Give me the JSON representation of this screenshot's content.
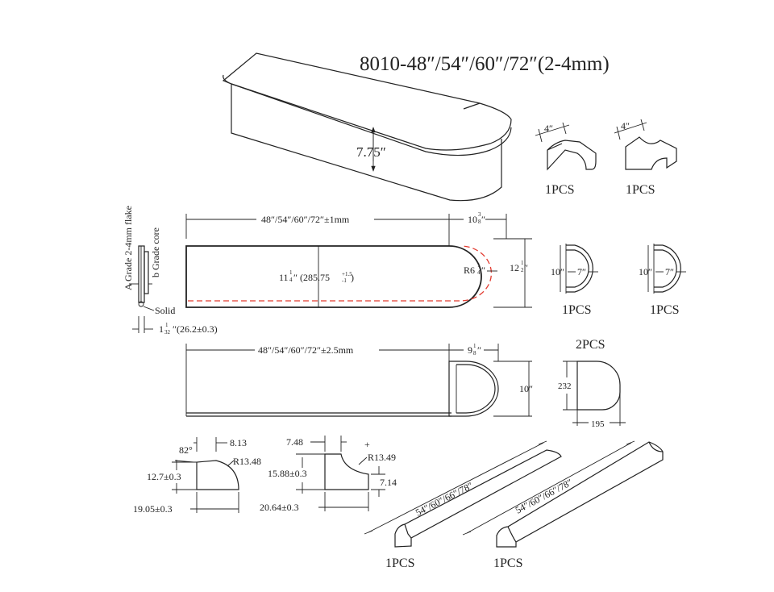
{
  "title": "8010-48″/54″/60″/72″(2-4mm)",
  "counter_top": {
    "height": "7.75″"
  },
  "cove_pieces": {
    "width_a": "4″",
    "width_b": "4″",
    "qty_a": "1PCS",
    "qty_b": "1PCS"
  },
  "top_plan": {
    "length": "48″/54″/60″/72″±1mm",
    "end_width_whole": "10",
    "end_width_num": "3",
    "end_width_den": "8",
    "depth_whole": "11",
    "depth_num": "1",
    "depth_den": "4",
    "depth_mm": "(285.75",
    "depth_tol_plus": "+1.5",
    "depth_tol_minus": "-1",
    "depth_close": ")",
    "radius_prefix": "R6",
    "radius_num": "1",
    "radius_den": "4",
    "total_width_whole": "12",
    "total_width_num": "1",
    "total_width_den": "2",
    "inch_mark": "″"
  },
  "layers": {
    "a_grade": "A Grade 2-4mm flake",
    "b_grade": "b Grade core",
    "solid": "Solid",
    "thickness_whole": "1",
    "thickness_num": "1",
    "thickness_den": "32",
    "thickness_mm": "″(26.2±0.3)"
  },
  "end_caps": {
    "a_depth": "10″",
    "a_width": "7″",
    "b_depth": "10″",
    "b_width": "7″",
    "qty_a": "1PCS",
    "qty_b": "1PCS"
  },
  "base_plan": {
    "length": "48″/54″/60″/72″±2.5mm",
    "end_whole": "9",
    "end_num": "1",
    "end_den": "8",
    "height": "10″",
    "inch_mark": "″"
  },
  "end_cap_detail": {
    "qty": "2PCS",
    "height": "232",
    "width": "195"
  },
  "profile_a": {
    "angle": "82°",
    "top": "8.13",
    "radius": "R13.48",
    "height": "12.7±0.3",
    "width": "19.05±0.3"
  },
  "profile_b": {
    "top": "7.48",
    "radius": "R13.49",
    "height": "15.88±0.3",
    "lip": "7.14",
    "width": "20.64±0.3",
    "mark": "+"
  },
  "strips": {
    "len_a": "54″/60″/66″/78″",
    "len_b": "54″/60″/66″/78″",
    "qty_a": "1PCS",
    "qty_b": "1PCS"
  }
}
